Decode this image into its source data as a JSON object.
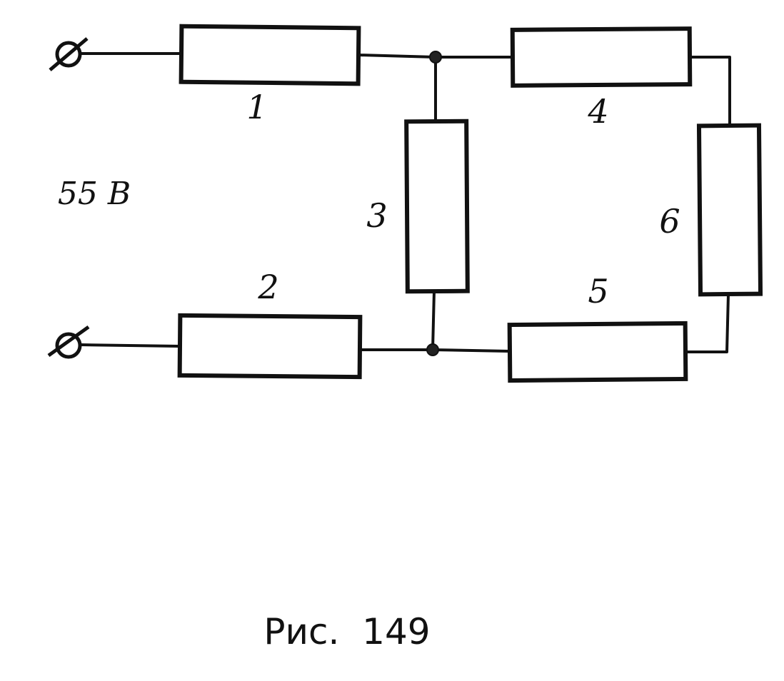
{
  "resistors": [
    {
      "id": "1",
      "label": "1"
    },
    {
      "id": "2",
      "label": "2"
    },
    {
      "id": "3",
      "label": "3"
    },
    {
      "id": "4",
      "label": "4"
    },
    {
      "id": "5",
      "label": "5"
    },
    {
      "id": "6",
      "label": "6"
    }
  ],
  "source": {
    "voltage_label": "55 В"
  },
  "caption": "Рис.  149"
}
